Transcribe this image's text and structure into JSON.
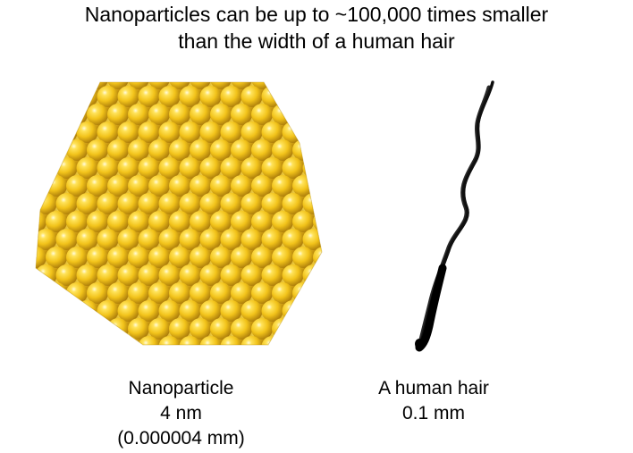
{
  "title": {
    "line1": "Nanoparticles can be up to ~100,000 times smaller",
    "line2": "than the width of a human hair"
  },
  "nanoparticle": {
    "icon": "gold-nanoparticle-cluster",
    "color": "#f2c31a",
    "label": "Nanoparticle",
    "size": "4 nm",
    "size_mm": "(0.000004 mm)"
  },
  "hair": {
    "icon": "human-hair-strand",
    "color": "#000000",
    "label": "A human hair",
    "size": "0.1 mm"
  }
}
